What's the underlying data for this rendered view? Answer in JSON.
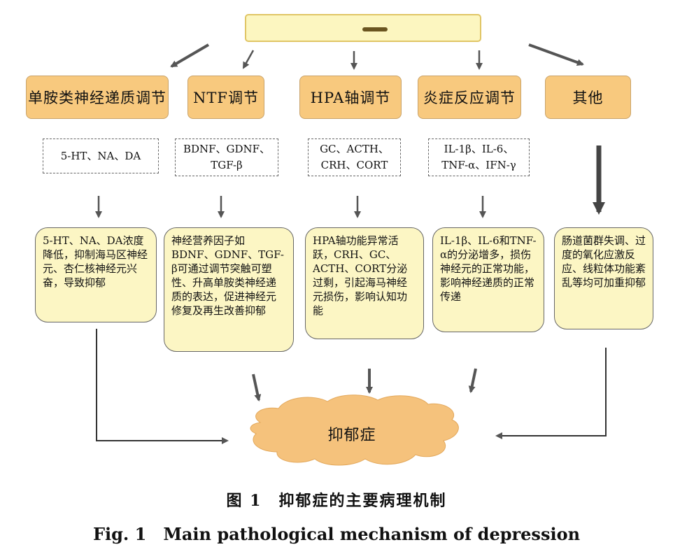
{
  "categories": [
    {
      "label": "单胺类神经递质调节"
    },
    {
      "label": "NTF调节"
    },
    {
      "label": "HPA轴调节"
    },
    {
      "label": "炎症反应调节"
    },
    {
      "label": "其他"
    }
  ],
  "factors": [
    {
      "text": "5-HT、NA、DA"
    },
    {
      "text": "BDNF、GDNF、\nTGF-β"
    },
    {
      "text": "GC、ACTH、\nCRH、CORT"
    },
    {
      "text": "IL-1β、IL-6、\nTNF-α、IFN-γ"
    }
  ],
  "descriptions": [
    {
      "text": "5-HT、NA、DA浓度降低，抑制海马区神经元、杏仁核神经元兴奋，导致抑郁"
    },
    {
      "text": "神经营养因子如BDNF、GDNF、TGF-β可通过调节突触可塑性、升高单胺类神经递质的表达，促进神经元修复及再生改善抑郁"
    },
    {
      "text": "HPA轴功能异常活跃，CRH、GC、ACTH、CORT分泌过剩，引起海马神经元损伤，影响认知功能"
    },
    {
      "text": "IL-1β、IL-6和TNF-α的分泌增多，损伤神经元的正常功能，影响神经递质的正常传递"
    },
    {
      "text": "肠道菌群失调、过度的氧化应激反应、线粒体功能紊乱等均可加重抑郁"
    }
  ],
  "outcome": {
    "label": "抑郁症"
  },
  "caption": {
    "cn": "图 1　抑郁症的主要病理机制",
    "en": "Fig. 1　Main pathological mechanism of depression"
  },
  "colors": {
    "category_fill": "#f8c97e",
    "description_fill": "#fcf6c4",
    "top_bar_fill": "#fcf6c0",
    "cloud_fill": "#f5c27c",
    "arrow": "#555555"
  }
}
